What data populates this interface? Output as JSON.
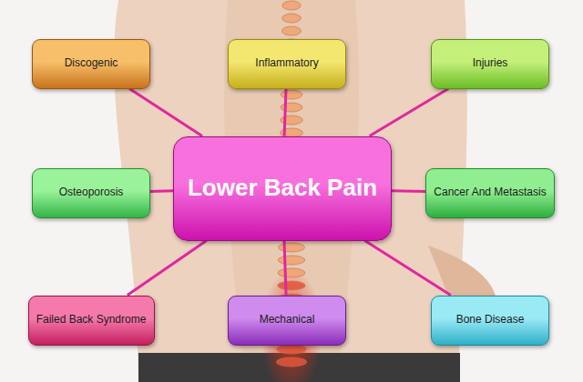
{
  "diagram": {
    "nodes": [
      {
        "text": [
          "Discogenic"
        ]
      },
      {
        "text": [
          "Inflammatory"
        ]
      },
      {
        "text": [
          "Injuries"
        ]
      },
      {
        "text": [
          "Osteoporosis"
        ]
      },
      {
        "text": [
          "Lower Back Pain"
        ]
      },
      {
        "text": [
          "Cancer And Metastasis"
        ]
      },
      {
        "text": [
          "Failed Back Syndrome"
        ]
      },
      {
        "text": [
          "Mechanical"
        ]
      },
      {
        "text": [
          "Bone Disease"
        ]
      }
    ],
    "edges": [
      {
        "from": 4,
        "to": 0,
        "arrow": "none"
      },
      {
        "from": 4,
        "to": 1,
        "arrow": "none"
      },
      {
        "from": 4,
        "to": 2,
        "arrow": "none"
      },
      {
        "from": 4,
        "to": 3,
        "arrow": "none"
      },
      {
        "from": 4,
        "to": 5,
        "arrow": "none"
      },
      {
        "from": 4,
        "to": 6,
        "arrow": "none"
      },
      {
        "from": 4,
        "to": 7,
        "arrow": "none"
      },
      {
        "from": 4,
        "to": 8,
        "arrow": "none"
      }
    ]
  }
}
